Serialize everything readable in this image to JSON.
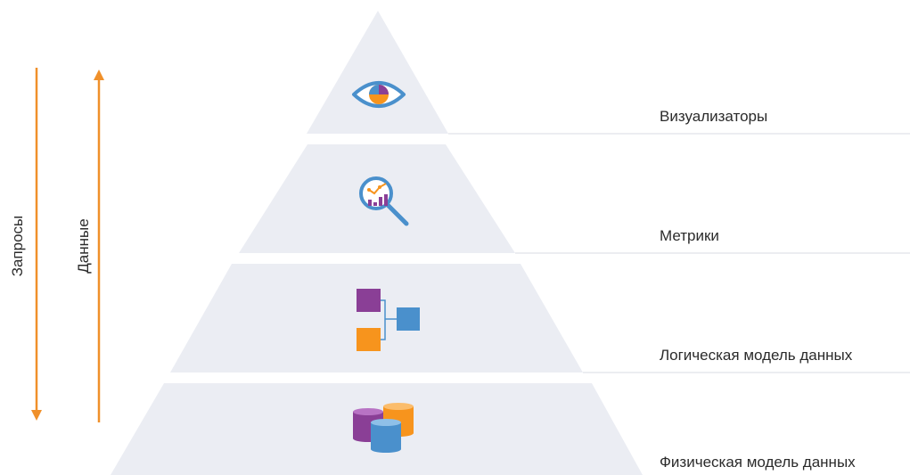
{
  "pyramid": {
    "tiers": [
      {
        "label": "Визуализаторы",
        "icon": "eye-chart-icon"
      },
      {
        "label": "Метрики",
        "icon": "magnifier-chart-icon"
      },
      {
        "label": "Логическая модель данных",
        "icon": "logical-blocks-icon"
      },
      {
        "label": "Физическая модель данных",
        "icon": "database-cylinders-icon"
      }
    ]
  },
  "side_arrows": {
    "requests_label": "Запросы",
    "data_label": "Данные"
  },
  "colors": {
    "tier_fill": "#ebedf3",
    "guide_line": "#d8dbe3",
    "arrow": "#f0902a",
    "blue": "#4a90cc",
    "purple": "#8a3f96",
    "orange": "#f7941d",
    "text": "#2b2b2b"
  }
}
